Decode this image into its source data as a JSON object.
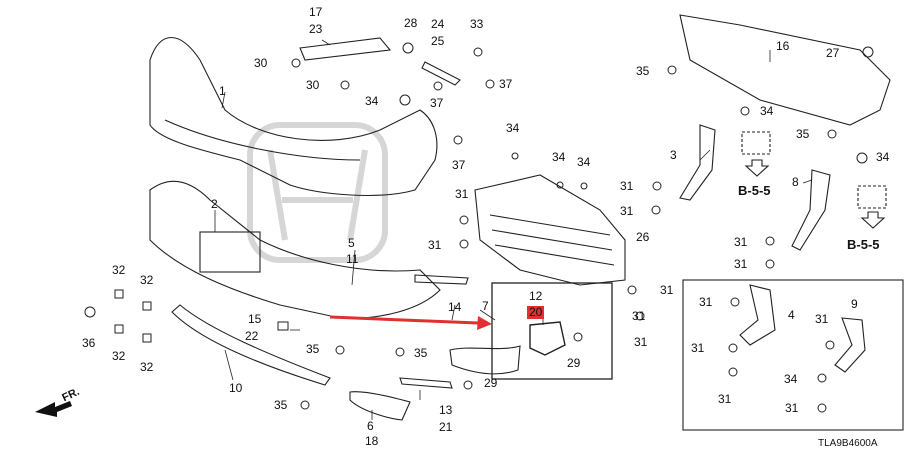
{
  "diagram": {
    "code": "TLA9B4600A",
    "direction": "FR.",
    "highlight_color": "#e03030",
    "highlight_part": "20",
    "ref_b55_a": "B-5-5",
    "ref_b55_b": "B-5-5",
    "labels": {
      "p1": "1",
      "p2": "2",
      "p3": "3",
      "p4": "4",
      "p5": "5",
      "p6": "6",
      "p7": "7",
      "p8": "8",
      "p9": "9",
      "p10": "10",
      "p11": "11",
      "p12": "12",
      "p13": "13",
      "p14": "14",
      "p15": "15",
      "p16": "16",
      "p17": "17",
      "p18": "18",
      "p20": "20",
      "p21": "21",
      "p22": "22",
      "p23": "23",
      "p24": "24",
      "p25": "25",
      "p26": "26",
      "p27": "27",
      "p28": "28",
      "p29": "29",
      "p32a": "32",
      "p32b": "32",
      "p32c": "32",
      "p32d": "32",
      "p30a": "30",
      "p30b": "30",
      "p33": "33",
      "p34a": "34",
      "p34b": "34",
      "p34c": "34",
      "p34d": "34",
      "p34e": "34",
      "p34f": "34",
      "p34g": "34",
      "p35a": "35",
      "p35b": "35",
      "p35c": "35",
      "p35d": "35",
      "p35e": "35",
      "p36": "36",
      "p37a": "37",
      "p37b": "37",
      "p37c": "37",
      "p29b": "29",
      "p31a": "31",
      "p31b": "31",
      "p31c": "31",
      "p31d": "31",
      "p31e": "31",
      "p31f": "31",
      "p31g": "31",
      "p31h": "31",
      "p31i": "31",
      "p31j": "31",
      "p31k": "31",
      "p31l": "31",
      "p31m": "31",
      "p31n": "31"
    }
  }
}
